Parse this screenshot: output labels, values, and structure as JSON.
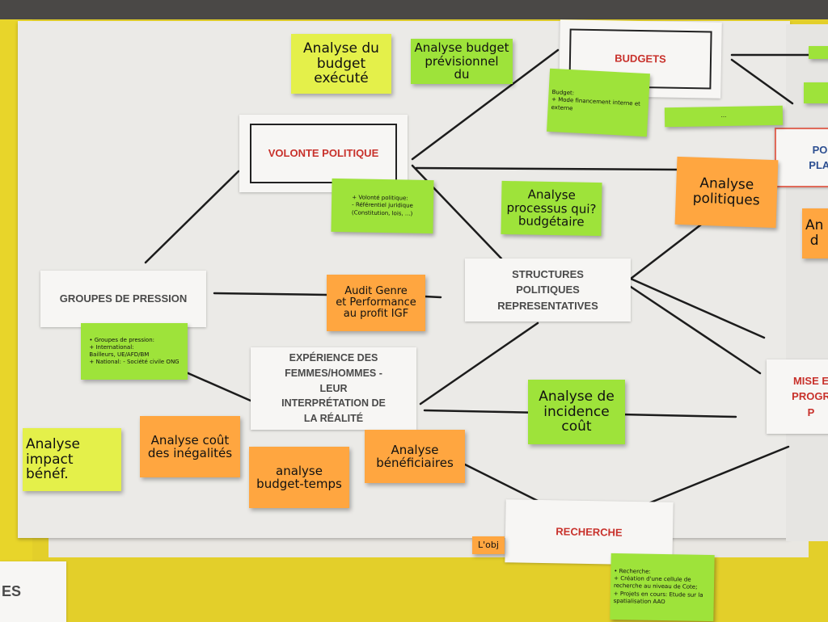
{
  "cards": {
    "budgets": "BUDGETS",
    "volonte_politique": "VOLONTE POLITIQUE",
    "groupes_de_pression": "GROUPES DE PRESSION",
    "structures_politiques": "STRUCTURES POLITIQUES REPRESENTATIVES",
    "experience": "EXPÉRIENCE DES FEMMES/HOMMES - LEUR INTERPRÉTATION DE LA RÉALITÉ",
    "recherche": "RECHERCHE",
    "pol_plan": "POL PLAN",
    "mise_en_prog": "MISE E PROGR P",
    "es_partial": "ES"
  },
  "notes": {
    "analyse_budget_execute": "Analyse du\nbudget exécuté",
    "analyse_budget_previsionnel": "Analyse budget\nprévisionnel\ndu",
    "budget_detail": "Budget:\n+ Mode financement interne et externe",
    "budget_detail2": "...",
    "volonte_detail": "+ Volonté politique:\n- Référentiel juridique\n(Constitution, lois, ...)",
    "analyse_processus": "Analyse\nprocessus qui?\nbudgétaire",
    "analyse_politiques": "Analyse\npolitiques",
    "analyse_partial": "An\nd",
    "audit_genre": "Audit Genre\net Performance\nau profit IGF",
    "groupes_detail": "• Groupes de pression:\n+ International:\nBailleurs, UE/AFD/BM\n+ National: - Société civile ONG",
    "analyse_incidence": "Analyse de\nincidence\ncoût",
    "analyse_impact": "Analyse\nimpact\nbénéf.",
    "analyse_cout_inegalites": "Analyse coût\ndes inégalités",
    "analyse_budget_temps": "analyse\nbudget-temps",
    "analyse_beneficiaires": "Analyse\nbénéficiaires",
    "recherche_detail": "• Recherche:\n+ Création d'une cellule de recherche au niveau de Cote;\n+ Projets en cours: Etude sur la spatialisation AAO",
    "hidden_partial": "L'obj"
  }
}
